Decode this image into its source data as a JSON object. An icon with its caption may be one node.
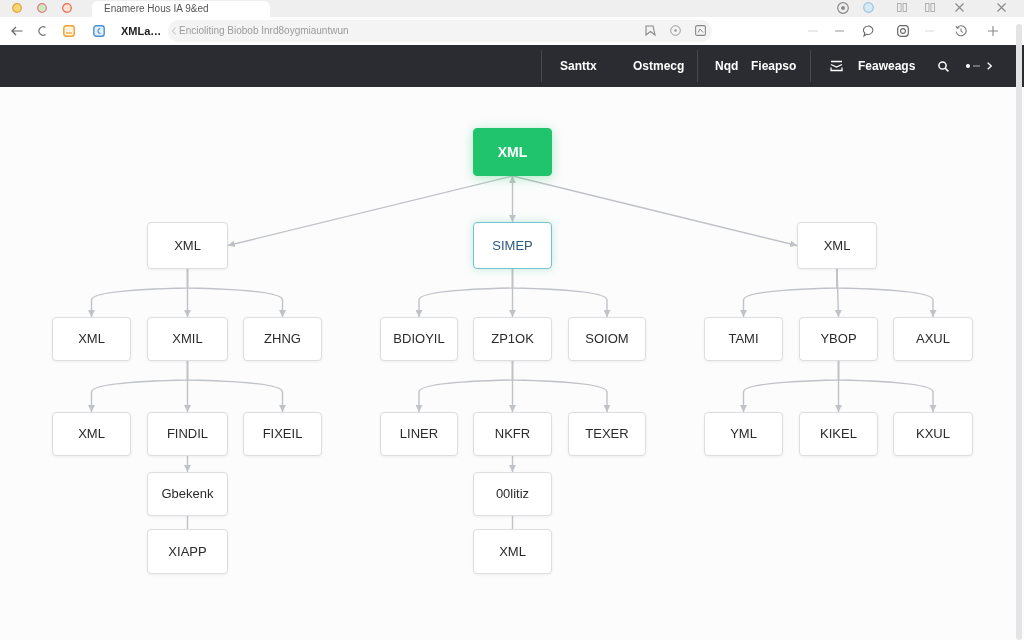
{
  "diagram": {
    "nodes": [
      {
        "text": [
          "XML"
        ]
      },
      {
        "text": [
          "XML"
        ]
      },
      {
        "text": [
          "SIMEP"
        ]
      },
      {
        "text": [
          "XML"
        ]
      },
      {
        "text": [
          "XML"
        ]
      },
      {
        "text": [
          "XMIL"
        ]
      },
      {
        "text": [
          "ZHNG"
        ]
      },
      {
        "text": [
          "BDIOYIL"
        ]
      },
      {
        "text": [
          "ZP1OK"
        ]
      },
      {
        "text": [
          "SOIOM"
        ]
      },
      {
        "text": [
          "TAMI"
        ]
      },
      {
        "text": [
          "YBOP"
        ]
      },
      {
        "text": [
          "AXUL"
        ]
      },
      {
        "text": [
          "XML"
        ]
      },
      {
        "text": [
          "FINDIL"
        ]
      },
      {
        "text": [
          "FIXEIL"
        ]
      },
      {
        "text": [
          "LINER"
        ]
      },
      {
        "text": [
          "NKFR"
        ]
      },
      {
        "text": [
          "TEXER"
        ]
      },
      {
        "text": [
          "YML"
        ]
      },
      {
        "text": [
          "KIKEL"
        ]
      },
      {
        "text": [
          "KXUL"
        ]
      },
      {
        "text": [
          "Gbekenk"
        ]
      },
      {
        "text": [
          "00litiz"
        ]
      },
      {
        "text": [
          "XIAPP"
        ]
      },
      {
        "text": [
          "XML"
        ]
      }
    ],
    "edges": [
      {
        "from": 0,
        "to": 1,
        "arrow": "to"
      },
      {
        "from": 0,
        "to": 2,
        "arrow": "both"
      },
      {
        "from": 0,
        "to": 3,
        "arrow": "to"
      },
      {
        "from": 1,
        "to": 4,
        "arrow": "to"
      },
      {
        "from": 1,
        "to": 5,
        "arrow": "to"
      },
      {
        "from": 1,
        "to": 6,
        "arrow": "to"
      },
      {
        "from": 5,
        "to": 13,
        "arrow": "to"
      },
      {
        "from": 5,
        "to": 14,
        "arrow": "to"
      },
      {
        "from": 5,
        "to": 15,
        "arrow": "to"
      },
      {
        "from": 14,
        "to": 22,
        "arrow": "to"
      },
      {
        "from": 22,
        "to": 24,
        "arrow": "none"
      },
      {
        "from": 2,
        "to": 7,
        "arrow": "to"
      },
      {
        "from": 2,
        "to": 8,
        "arrow": "to"
      },
      {
        "from": 2,
        "to": 9,
        "arrow": "to"
      },
      {
        "from": 8,
        "to": 16,
        "arrow": "to"
      },
      {
        "from": 8,
        "to": 17,
        "arrow": "to"
      },
      {
        "from": 8,
        "to": 18,
        "arrow": "to"
      },
      {
        "from": 17,
        "to": 23,
        "arrow": "to"
      },
      {
        "from": 23,
        "to": 25,
        "arrow": "none"
      },
      {
        "from": 3,
        "to": 10,
        "arrow": "to"
      },
      {
        "from": 3,
        "to": 11,
        "arrow": "to"
      },
      {
        "from": 3,
        "to": 12,
        "arrow": "to"
      },
      {
        "from": 11,
        "to": 19,
        "arrow": "to"
      },
      {
        "from": 11,
        "to": 20,
        "arrow": "to"
      },
      {
        "from": 11,
        "to": 21,
        "arrow": "to"
      }
    ],
    "labels": [
      "Enamere Hous IA 9&ed",
      "XMLa…",
      "Encioliting Biobob Inrd8oygmiauntwun",
      "Santtx",
      "Ostmecg",
      "Nqd",
      "Fieapso",
      "Feaweags"
    ]
  }
}
